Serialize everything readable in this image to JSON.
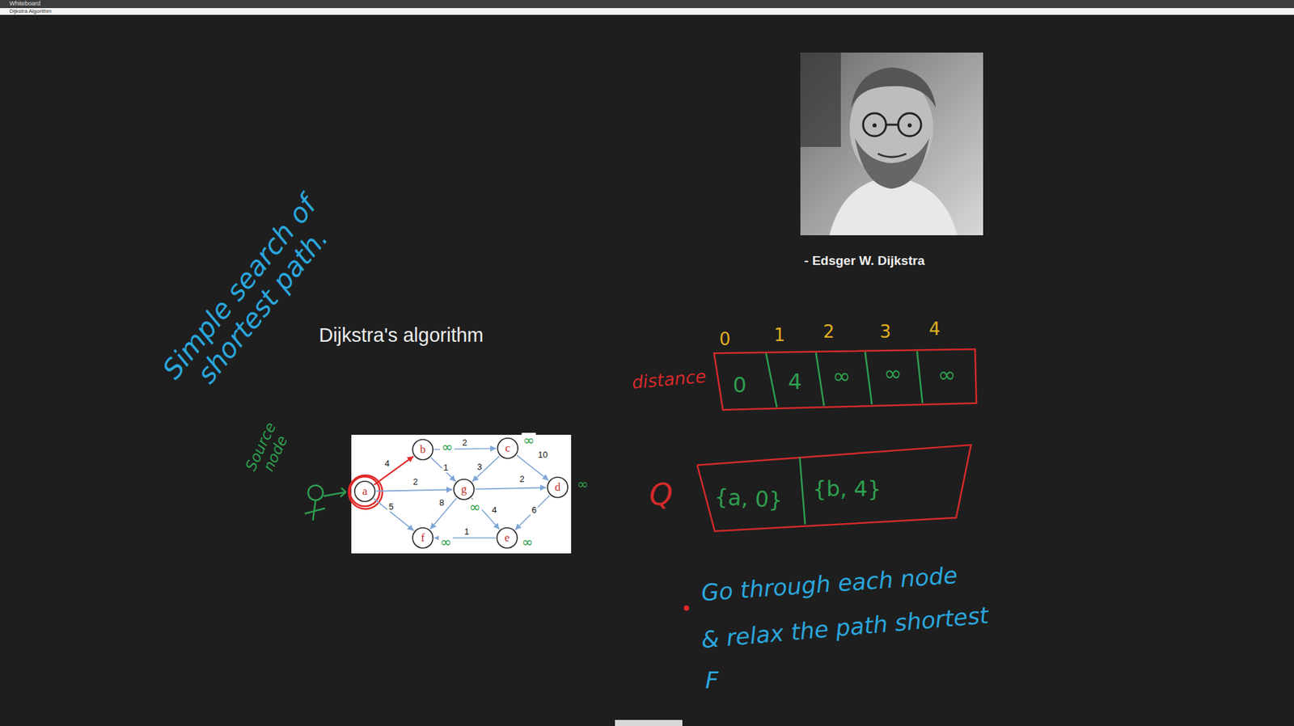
{
  "diagram": {
    "title": "Dijkstra's algorithm",
    "nodes": [
      {
        "text": [
          "b"
        ]
      },
      {
        "text": [
          "c"
        ]
      },
      {
        "text": [
          "a"
        ]
      },
      {
        "text": [
          "g"
        ]
      },
      {
        "text": [
          "d"
        ]
      },
      {
        "text": [
          "f"
        ]
      },
      {
        "text": [
          "e"
        ]
      }
    ],
    "edges": [
      {
        "from": 2,
        "to": 0,
        "label": "4",
        "arrow": "to"
      },
      {
        "from": 2,
        "to": 3,
        "label": "2",
        "arrow": "to"
      },
      {
        "from": 2,
        "to": 5,
        "label": "5",
        "arrow": "to"
      },
      {
        "from": 0,
        "to": 1,
        "label": "2",
        "arrow": "to"
      },
      {
        "from": 0,
        "to": 3,
        "label": "1",
        "arrow": "to"
      },
      {
        "from": 1,
        "to": 3,
        "label": "3",
        "arrow": "to"
      },
      {
        "from": 1,
        "to": 4,
        "label": "10",
        "arrow": "to"
      },
      {
        "from": 3,
        "to": 4,
        "label": "2",
        "arrow": "to"
      },
      {
        "from": 3,
        "to": 5,
        "label": "8",
        "arrow": "to"
      },
      {
        "from": 3,
        "to": 6,
        "label": "4",
        "arrow": "to"
      },
      {
        "from": 4,
        "to": 6,
        "label": "6",
        "arrow": "to"
      },
      {
        "from": 6,
        "to": 5,
        "label": "1",
        "arrow": "to"
      }
    ],
    "labels": [
      "Whiteboard",
      "Dijkstra Algorithm",
      "- Edsger W. Dijkstra",
      "Simple search of shortest path.",
      "Source node",
      "∞",
      "∞",
      "∞",
      "∞",
      "∞",
      "∞",
      "distance",
      "0",
      "1",
      "2",
      "3",
      "4",
      "0",
      "4",
      "∞",
      "∞",
      "∞",
      "Q",
      "{a, 0}",
      "{b, 4}",
      "Go through each node",
      "& relax the path shortest",
      "F"
    ]
  }
}
